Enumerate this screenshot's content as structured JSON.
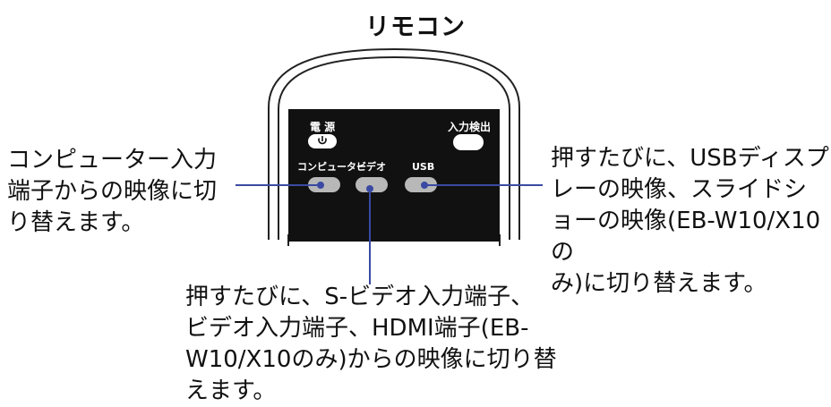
{
  "title": "リモコン",
  "remote": {
    "power_label": "電 源",
    "source_search_label": "入力検出",
    "computer_label": "コンピューター",
    "video_label": "ビデオ",
    "usb_label": "USB"
  },
  "callouts": {
    "computer": "コンピューター入力\n端子からの映像に切\nり替えます。",
    "usb": "押すたびに、USBディスプ\nレーの映像、スライドシ\nョーの映像(EB-W10/X10の\nみ)に切り替えます。",
    "video": "押すたびに、S-ビデオ入力端子、\nビデオ入力端子、HDMI端子(EB-\nW10/X10のみ)からの映像に切り替\nえます。"
  },
  "colors": {
    "line": "#3a4aa3",
    "remote_panel": "#111111",
    "button": "#b8b8b8",
    "button_white": "#ffffff"
  }
}
